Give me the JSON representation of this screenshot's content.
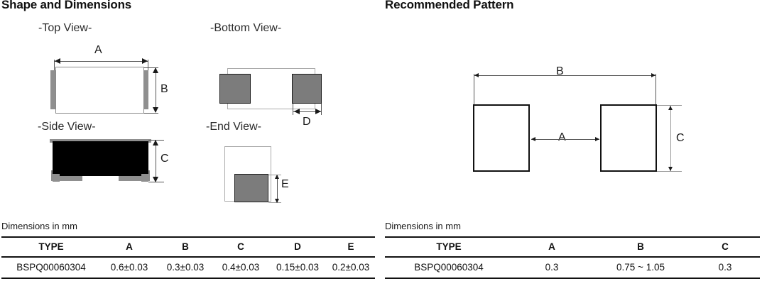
{
  "left_panel": {
    "title": "Shape and Dimensions",
    "views": {
      "top": "-Top View-",
      "bottom": "-Bottom View-",
      "side": "-Side View-",
      "end": "-End View-"
    },
    "dimension_letters": {
      "a": "A",
      "b": "B",
      "c": "C",
      "d": "D",
      "e": "E"
    },
    "units_note": "Dimensions in mm",
    "table": {
      "headers": [
        "TYPE",
        "A",
        "B",
        "C",
        "D",
        "E"
      ],
      "rows": [
        [
          "BSPQ00060304",
          "0.6±0.03",
          "0.3±0.03",
          "0.4±0.03",
          "0.15±0.03",
          "0.2±0.03"
        ]
      ]
    }
  },
  "right_panel": {
    "title": "Recommended Pattern",
    "dimension_letters": {
      "a": "A",
      "b": "B",
      "c": "C"
    },
    "units_note": "Dimensions in mm",
    "table": {
      "headers": [
        "TYPE",
        "A",
        "B",
        "C"
      ],
      "rows": [
        [
          "BSPQ00060304",
          "0.3",
          "0.75 ~ 1.05",
          "0.3"
        ]
      ]
    }
  },
  "colors": {
    "body_fill": "#ffffff",
    "terminal_gray": "#8f8f8f",
    "pad_gray": "#7c7c7c",
    "body_black": "#000000",
    "line": "#555555",
    "text": "#111111"
  }
}
